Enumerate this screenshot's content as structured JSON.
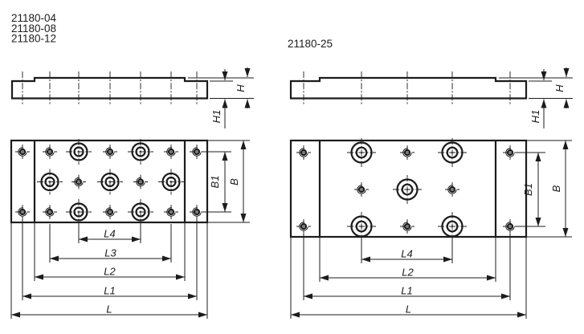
{
  "colors": {
    "background": "#ffffff",
    "line": "#1c1c1c"
  },
  "titles": {
    "left_variants": [
      "21180-04",
      "21180-08",
      "21180-12"
    ],
    "right_variant": "21180-25"
  },
  "dims": {
    "h": "H",
    "h1": "H1",
    "b": "B",
    "b1": "B1",
    "l": "L",
    "l1": "L1",
    "l2": "L2",
    "l3": "L3",
    "l4": "L4"
  }
}
